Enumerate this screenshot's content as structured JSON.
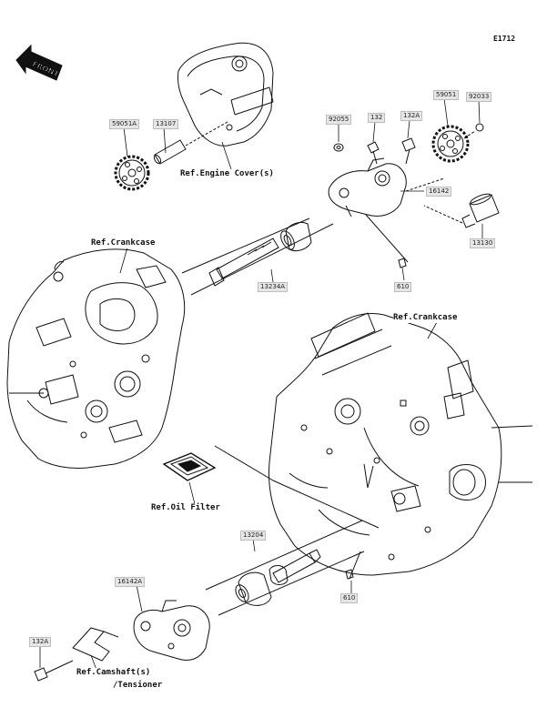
{
  "diagram_code": "E1712",
  "front_label": "FRONT",
  "refs": {
    "engine_cover": "Ref.Engine Cover(s)",
    "crankcase_left": "Ref.Crankcase",
    "crankcase_right": "Ref.Crankcase",
    "oil_filter": "Ref.Oil Filter",
    "camshaft_line1": "Ref.Camshaft(s)",
    "camshaft_line2": "/Tensioner"
  },
  "parts": {
    "p59051a": "59051A",
    "p13107": "13107",
    "p92055": "92055",
    "p132": "132",
    "p132a_top": "132A",
    "p59051": "59051",
    "p92033": "92033",
    "p16142": "16142",
    "p13130": "13130",
    "p13234a": "13234A",
    "p610_top": "610",
    "p13204": "13204",
    "p16142a": "16142A",
    "p132a_bottom": "132A",
    "p610_bottom": "610"
  }
}
